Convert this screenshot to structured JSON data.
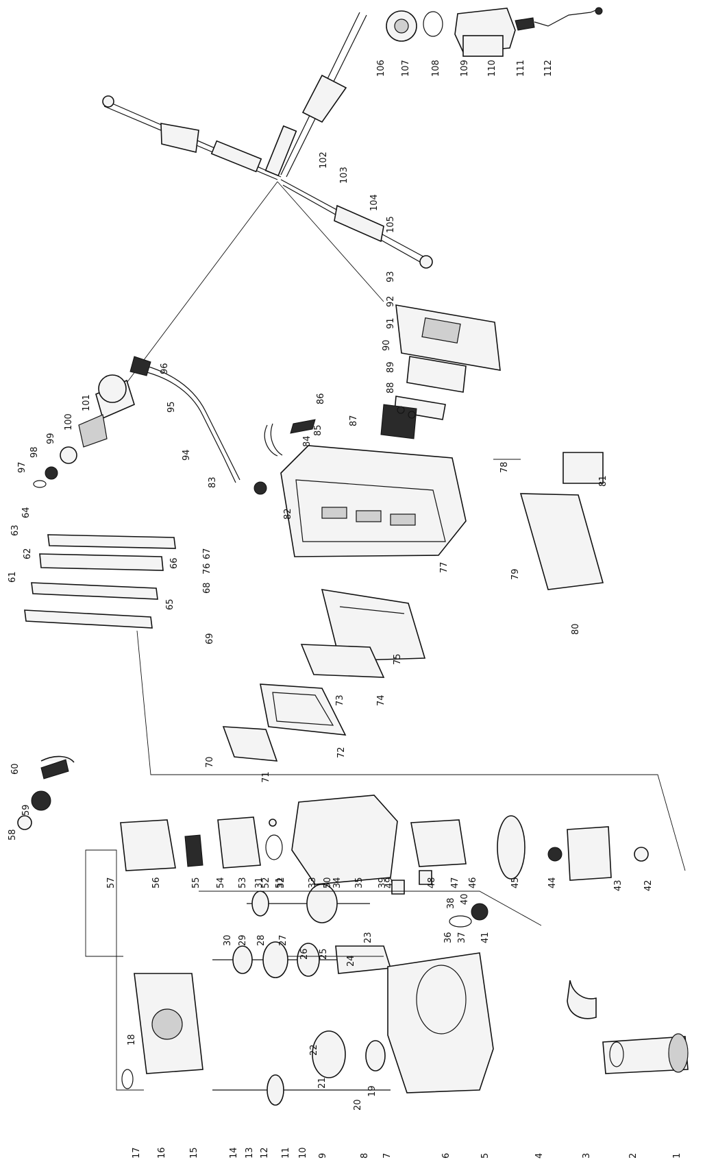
{
  "diagram": {
    "callouts": [
      "1",
      "2",
      "3",
      "4",
      "5",
      "6",
      "7",
      "8",
      "9",
      "10",
      "11",
      "12",
      "13",
      "14",
      "15",
      "16",
      "17",
      "18",
      "19",
      "20",
      "21",
      "22",
      "23",
      "24",
      "25",
      "26",
      "27",
      "28",
      "29",
      "30",
      "31",
      "32",
      "33",
      "34",
      "35",
      "36",
      "37",
      "38",
      "39",
      "40",
      "41",
      "42",
      "43",
      "44",
      "45",
      "46",
      "47",
      "48",
      "49",
      "50",
      "51",
      "52",
      "53",
      "54",
      "55",
      "56",
      "57",
      "58",
      "59",
      "60",
      "61",
      "62",
      "63",
      "64",
      "65",
      "66",
      "67",
      "68",
      "69",
      "70",
      "71",
      "72",
      "73",
      "74",
      "75",
      "76",
      "77",
      "78",
      "79",
      "80",
      "81",
      "82",
      "83",
      "84",
      "85",
      "86",
      "87",
      "88",
      "89",
      "90",
      "91",
      "92",
      "93",
      "94",
      "95",
      "96",
      "97",
      "98",
      "99",
      "100",
      "101",
      "102",
      "103",
      "104",
      "105",
      "106",
      "107",
      "108",
      "109",
      "110",
      "111",
      "112"
    ]
  }
}
